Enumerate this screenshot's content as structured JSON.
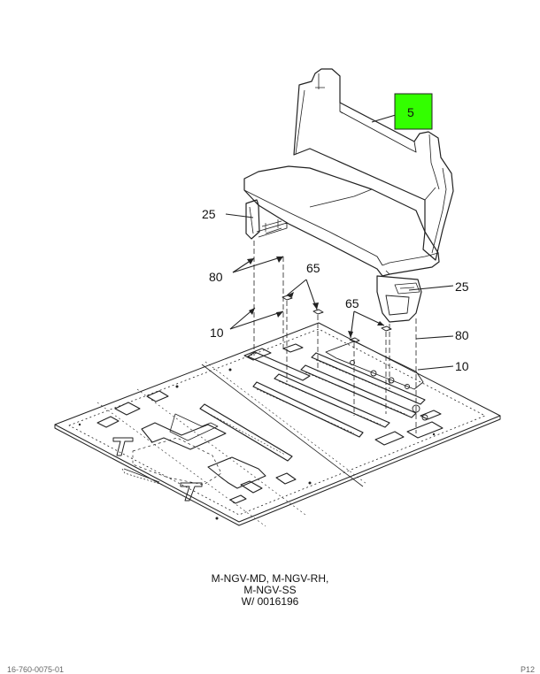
{
  "callouts": {
    "c5": "5",
    "c25_left": "25",
    "c25_right": "25",
    "c80_left": "80",
    "c80_right": "80",
    "c65_left": "65",
    "c65_right": "65",
    "c10_left": "10",
    "c10_right": "10"
  },
  "caption": {
    "line1": "M-NGV-MD, M-NGV-RH,",
    "line2": "M-NGV-SS",
    "line3": "W/ 0016196"
  },
  "footer": {
    "left": "16-760-0075-01",
    "right": "P12"
  },
  "colors": {
    "highlight": "#33ff00",
    "line": "#222222"
  }
}
